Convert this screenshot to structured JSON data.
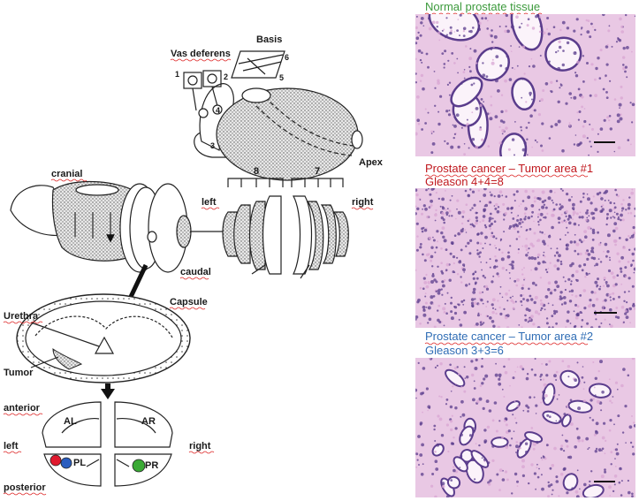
{
  "diagram": {
    "labels": {
      "basis": "Basis",
      "vas_deferens": "Vas deferens",
      "apex": "Apex",
      "cranial": "cranial",
      "caudal": "caudal",
      "left_top": "left",
      "right_top": "right",
      "urethra": "Urethra",
      "capsule": "Capsule",
      "tumor": "Tumor",
      "anterior": "anterior",
      "left_bottom": "left",
      "right_bottom": "right",
      "posterior": "posterior",
      "al": "AL",
      "ar": "AR",
      "pl": "PL",
      "pr": "PR",
      "slice_8": "8",
      "slice_7": "7",
      "n1": "1",
      "n2": "2",
      "n3": "3",
      "n4": "4",
      "n5": "5",
      "n6": "6"
    },
    "markers": [
      {
        "color": "#e0192e"
      },
      {
        "color": "#2a5dbf"
      },
      {
        "color": "#3aaa35"
      }
    ]
  },
  "panels": [
    {
      "caption_line1": "Normal prostate tissue",
      "caption_line2": "",
      "caption_color": "#3c9a3c"
    },
    {
      "caption_line1": "Prostate cancer – Tumor area #1",
      "caption_line2": "Gleason 4+4=8",
      "caption_color": "#c0181e"
    },
    {
      "caption_line1": "Prostate cancer – Tumor area #2",
      "caption_line2": "Gleason 3+3=6",
      "caption_color": "#2f6db5"
    }
  ],
  "colors": {
    "tissue_background": "#e9c8e4",
    "nuclei": "#5a3c8c",
    "stroma": "#d8a6d3"
  }
}
